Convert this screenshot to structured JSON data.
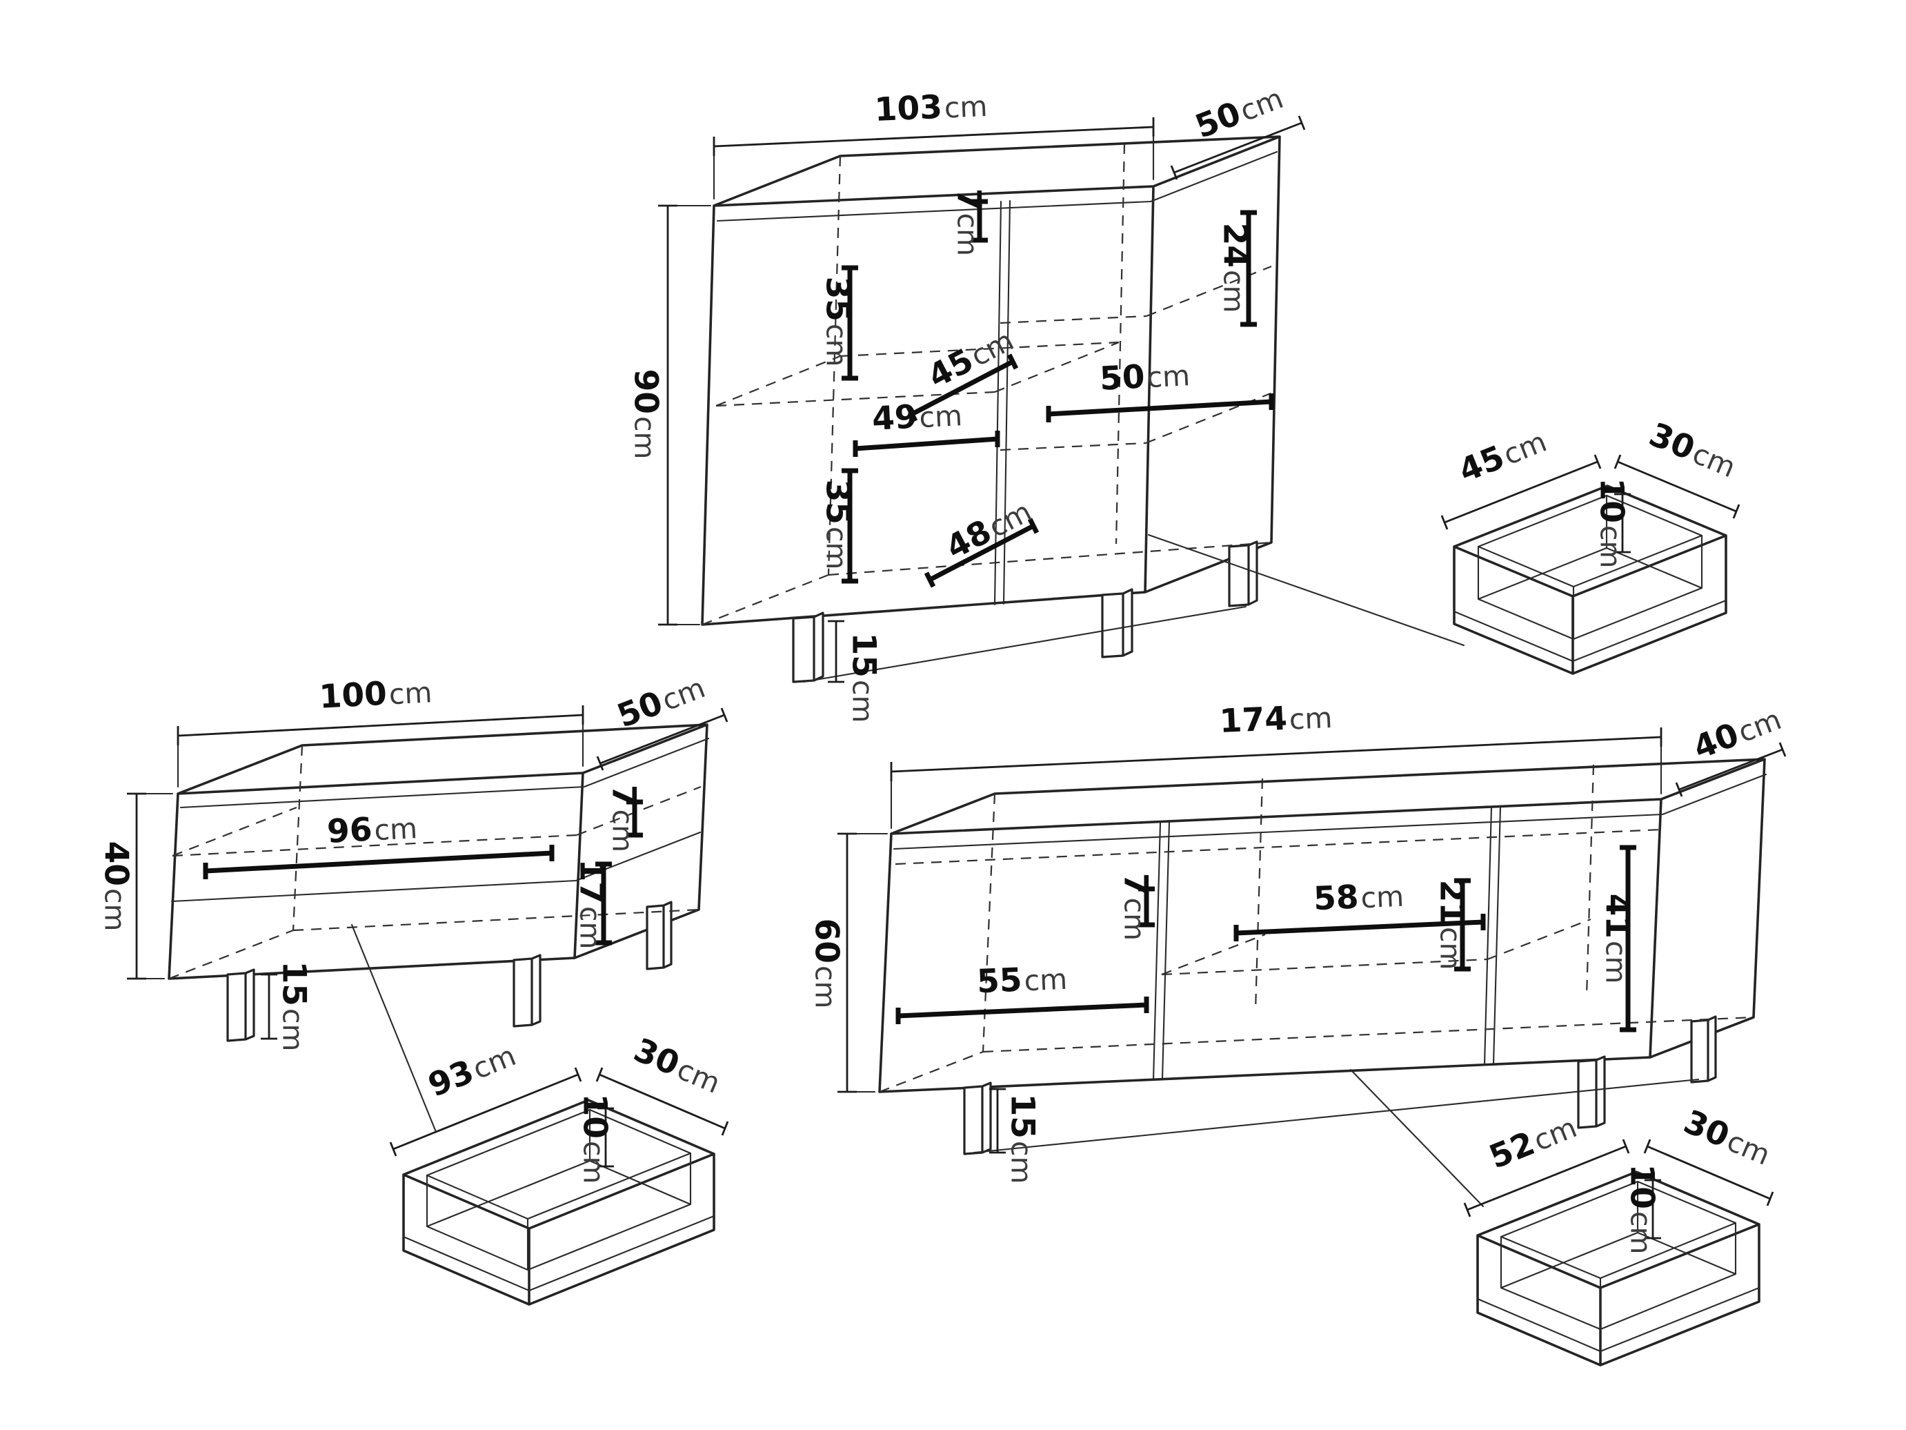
{
  "unit": "cm",
  "pieces": {
    "cabinet": {
      "width": "103",
      "depth": "50",
      "height": "90",
      "top_gap": "7",
      "upper_section_height": "35",
      "shelf_depth": "45",
      "shelf_width": "49",
      "drawer_front_height": "24",
      "drawer_width": "50",
      "lower_section_height": "35",
      "lower_shelf_depth": "48",
      "leg_height": "15",
      "drawer_box": {
        "width": "45",
        "depth": "30",
        "height": "10"
      }
    },
    "table": {
      "width": "100",
      "depth": "50",
      "height": "40",
      "inner_width": "96",
      "top_gap": "7",
      "drawer_front_height": "17",
      "leg_height": "15",
      "drawer_box": {
        "width": "93",
        "depth": "30",
        "height": "10"
      }
    },
    "sideboard": {
      "width": "174",
      "depth": "40",
      "height": "60",
      "top_gap": "7",
      "left_section_width": "55",
      "middle_section_width": "58",
      "drawer_front_height": "21",
      "door_height": "41",
      "leg_height": "15",
      "drawer_box": {
        "width": "52",
        "depth": "30",
        "height": "10"
      }
    }
  }
}
